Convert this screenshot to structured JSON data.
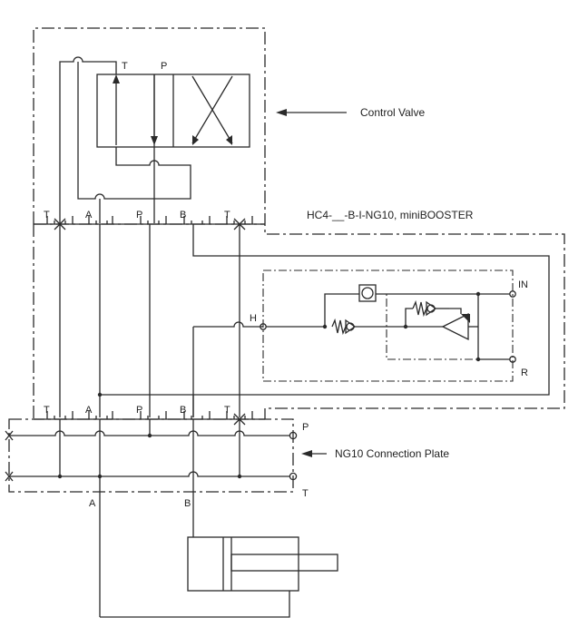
{
  "labels": {
    "control_valve": "Control Valve",
    "booster_model": "HC4-__-B-I-NG10, miniBOOSTER",
    "connection_plate": "NG10 Connection Plate",
    "valve_T": "T",
    "valve_P": "P",
    "top_ports": [
      "T",
      "A",
      "P",
      "B",
      "T"
    ],
    "mid_ports": [
      "T",
      "A",
      "P",
      "B",
      "T"
    ],
    "port_H": "H",
    "port_IN": "IN",
    "port_R": "R",
    "plate_P": "P",
    "plate_T": "T",
    "bottom_A": "A",
    "bottom_B": "B"
  }
}
